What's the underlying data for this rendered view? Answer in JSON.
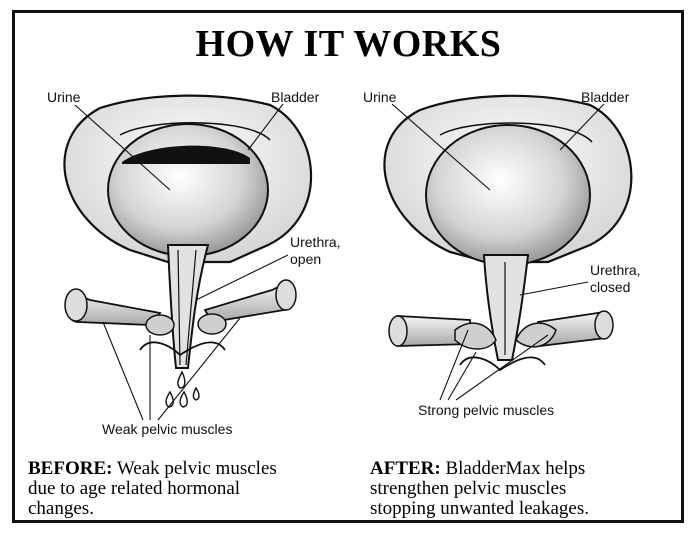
{
  "title": "HOW IT WORKS",
  "before": {
    "labels": {
      "urine": "Urine",
      "bladder": "Bladder",
      "urethra_line1": "Urethra,",
      "urethra_line2": "open",
      "muscles": "Weak pelvic muscles"
    },
    "caption_heading": "BEFORE:",
    "caption_line1": " Weak pelvic muscles",
    "caption_line2": "due to age related hormonal",
    "caption_line3": "changes."
  },
  "after": {
    "labels": {
      "urine": "Urine",
      "bladder": "Bladder",
      "urethra_line1": "Urethra,",
      "urethra_line2": "closed",
      "muscles": "Strong pelvic muscles"
    },
    "caption_heading": "AFTER:",
    "caption_line1": " BladderMax helps",
    "caption_line2": "strengthen pelvic muscles",
    "caption_line3": "stopping unwanted leakages."
  }
}
